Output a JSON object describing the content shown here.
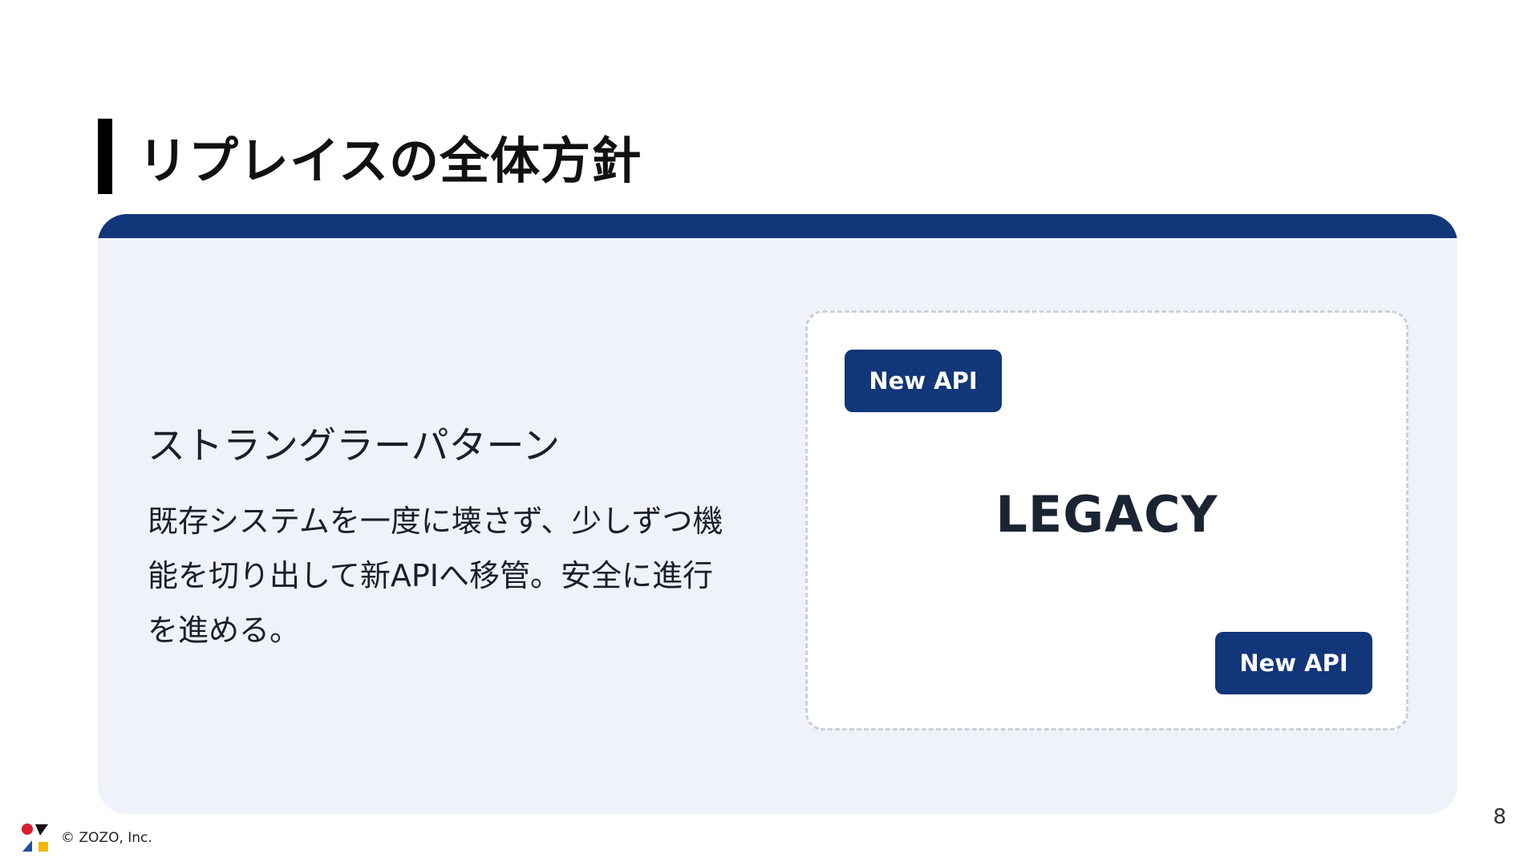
{
  "slide": {
    "title": "リプレイスの全体方針",
    "page_number": "8"
  },
  "content": {
    "heading": "ストラングラーパターン",
    "description": "既存システムを一度に壊さず、少しずつ機能を切り出して新APIへ移管。安全に進行を進める。"
  },
  "diagram": {
    "legacy_label": "LEGACY",
    "api_top_label": "New API",
    "api_bottom_label": "New API"
  },
  "footer": {
    "copyright": "© ZOZO, Inc."
  },
  "colors": {
    "navy": "#12367a",
    "card_bg": "#eff2f8"
  }
}
